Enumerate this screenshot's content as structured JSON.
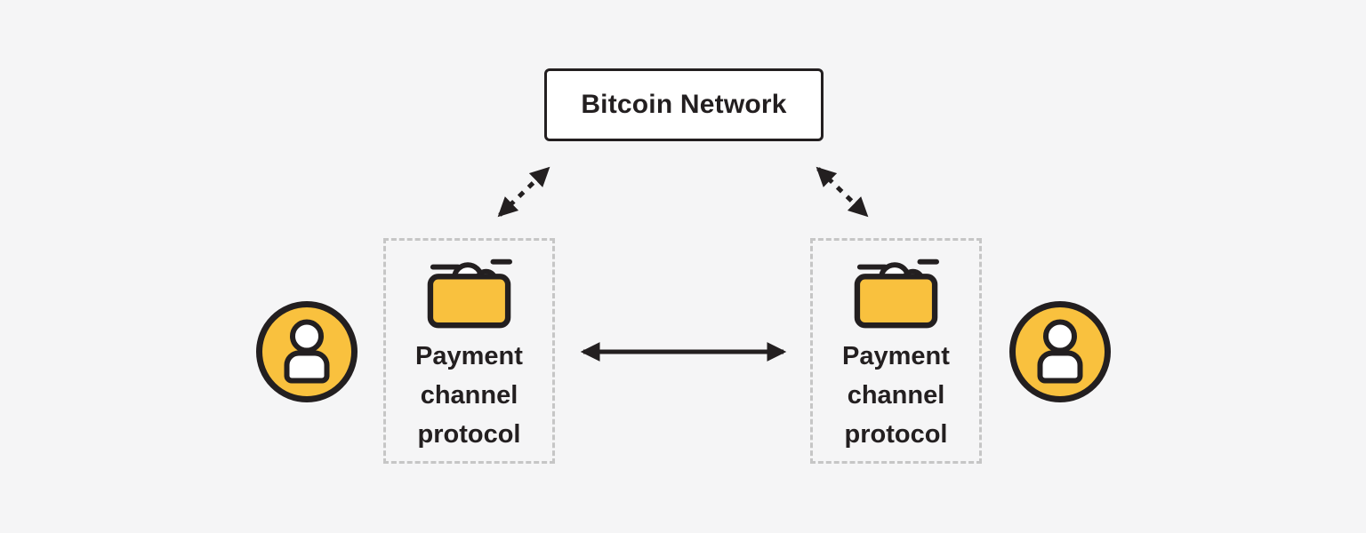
{
  "title": "Payment channel protocol diagram",
  "colors": {
    "background": "#f5f5f6",
    "ink": "#231f20",
    "accent_yellow": "#f9c13e",
    "node_fill": "#ffffff",
    "dashed_border": "#c6c6c6"
  },
  "nodes": {
    "network": {
      "label": "Bitcoin Network"
    },
    "channels": [
      {
        "label": "Payment channel protocol",
        "icon": "wallet-coins-icon"
      },
      {
        "label": "Payment channel protocol",
        "icon": "wallet-coins-icon"
      }
    ],
    "users": [
      {
        "icon": "user-icon",
        "side": "left"
      },
      {
        "icon": "user-icon",
        "side": "right"
      }
    ]
  },
  "arrows": [
    {
      "id": "network-to-left-channel",
      "style": "dashed",
      "bidirectional": true
    },
    {
      "id": "network-to-right-channel",
      "style": "dashed",
      "bidirectional": true
    },
    {
      "id": "channel-to-channel",
      "style": "solid",
      "bidirectional": true
    }
  ]
}
